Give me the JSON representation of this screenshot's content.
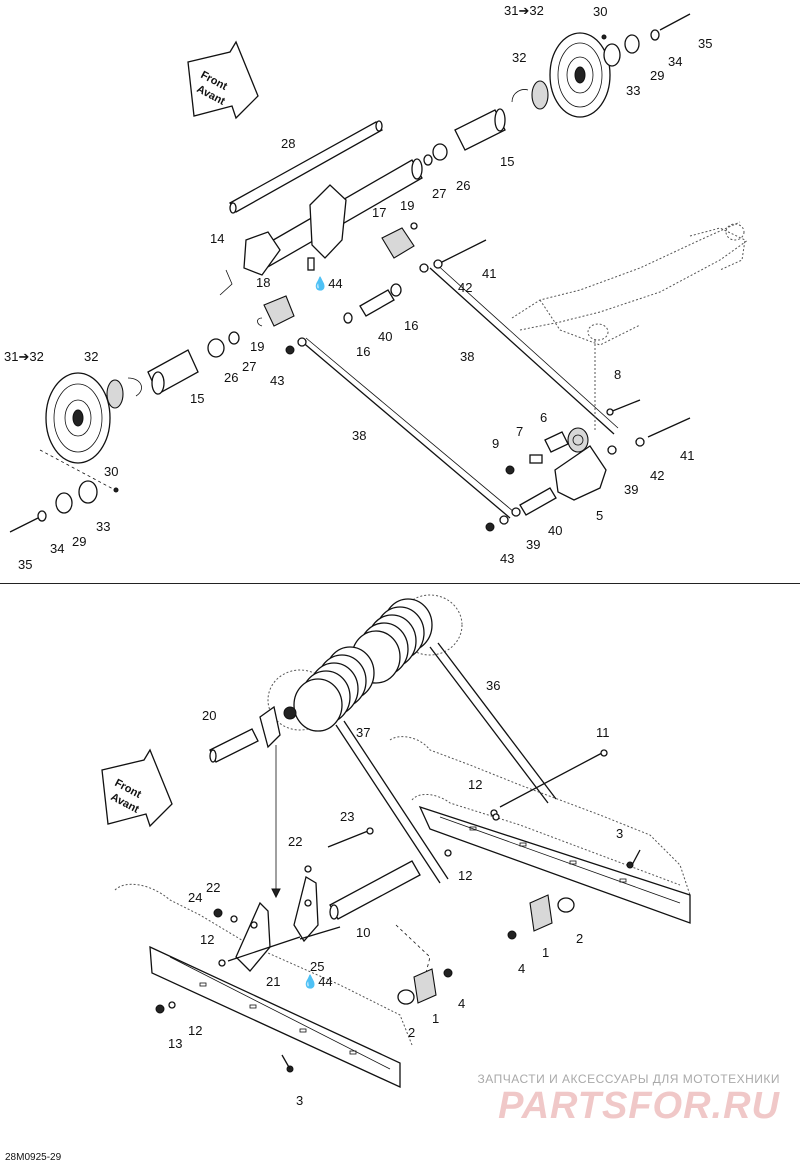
{
  "front_arrow": {
    "line1": "Front",
    "line2": "Avant"
  },
  "diagram_code": "28M0925-29",
  "watermark": {
    "subtitle": "ЗАПЧАСТИ И АКСЕССУАРЫ ДЛЯ МОТОТЕХНИКИ",
    "brand": "PARTSFOR.RU"
  },
  "top_callouts": {
    "c31_32_a": "31➔32",
    "c30_a": "30",
    "c35_a": "35",
    "c32_a": "32",
    "c34_a": "34",
    "c29_a": "29",
    "c33_a": "33",
    "c28": "28",
    "c15_a": "15",
    "c27_a": "27",
    "c26_a": "26",
    "c17": "17",
    "c19_a": "19",
    "c14": "14",
    "c44_a": "44",
    "c18": "18",
    "c41_a": "41",
    "c42_a": "42",
    "c16_a": "16",
    "c16_b": "16",
    "c40_a": "40",
    "c19_b": "19",
    "c43_a": "43",
    "c38_a": "38",
    "c31_32_b": "31➔32",
    "c32_b": "32",
    "c26_b": "26",
    "c27_b": "27",
    "c15_b": "15",
    "c8": "8",
    "c6": "6",
    "c7": "7",
    "c9": "9",
    "c41_b": "41",
    "c42_b": "42",
    "c39_a": "39",
    "c38_b": "38",
    "c5": "5",
    "c30_b": "30",
    "c33_b": "33",
    "c40_b": "40",
    "c39_b": "39",
    "c43_b": "43",
    "c35_b": "35",
    "c34_b": "34",
    "c29_b": "29"
  },
  "bottom_callouts": {
    "c36": "36",
    "c20": "20",
    "c37": "37",
    "c11": "11",
    "c12_a": "12",
    "c3_a": "3",
    "c23": "23",
    "c22_a": "22",
    "c12_b": "12",
    "c24": "24",
    "c22_b": "22",
    "c10": "10",
    "c12_c": "12",
    "c2_a": "2",
    "c1_a": "1",
    "c4_a": "4",
    "c25": "25",
    "c44": "44",
    "c21": "21",
    "c4_b": "4",
    "c1_b": "1",
    "c2_b": "2",
    "c13": "13",
    "c12_d": "12",
    "c3_b": "3"
  }
}
